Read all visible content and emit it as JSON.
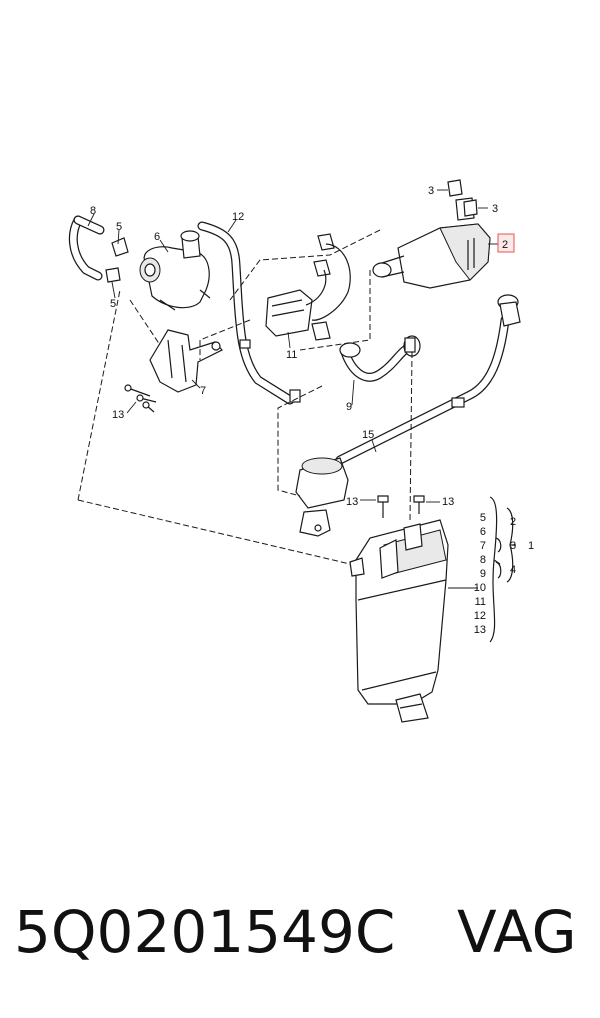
{
  "part_number": "5Q0201549C",
  "brand": "VAG",
  "callouts": {
    "c1": "1",
    "c2_highlight": "2",
    "c2_bracket": "2",
    "c3_top_left": "3",
    "c3_top_right": "3",
    "c3_bracket": "3",
    "c4": "4",
    "c5_upper": "5",
    "c5_lower": "5",
    "c5_list": "5",
    "c6": "6",
    "c6_list": "6",
    "c7": "7",
    "c7_list": "7",
    "c8": "8",
    "c8_list": "8",
    "c9": "9",
    "c9_list": "9",
    "c10_list": "10",
    "c11": "11",
    "c11_list": "11",
    "c12": "12",
    "c12_list": "12",
    "c13_left": "13",
    "c13_mid": "13",
    "c13_right": "13",
    "c13_list": "13",
    "c15": "15"
  },
  "colors": {
    "highlight_box": "#e05555",
    "line": "#1a1a1a",
    "background": "#ffffff"
  }
}
